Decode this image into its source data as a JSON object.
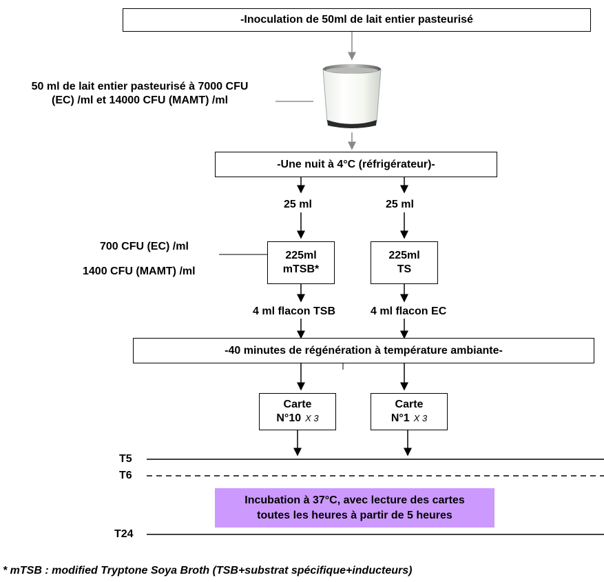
{
  "boxes": {
    "inoculation": "-Inoculation de 50ml de lait entier pasteurisé",
    "night": "-Une nuit à 4°C (réfrigérateur)-",
    "regeneration": "-40 minutes de régénération à température ambiante-",
    "mtsb": [
      "225ml",
      "mTSB*"
    ],
    "ts": [
      "225ml",
      "TS"
    ],
    "carte10": [
      "Carte",
      "N°10",
      "X 3"
    ],
    "carte1": [
      "Carte",
      "N°1",
      "X 3"
    ]
  },
  "labels": {
    "milk": [
      "50 ml de lait entier pasteurisé à 7000 CFU",
      "(EC) /ml et 14000 CFU (MAMT) /ml"
    ],
    "vol_left": "25 ml",
    "vol_right": "25 ml",
    "cfu_ec": "700 CFU (EC) /ml",
    "cfu_mamt": "1400 CFU (MAMT) /ml",
    "flacon_tsb": "4 ml flacon TSB",
    "flacon_ec": "4 ml flacon EC"
  },
  "timeline": {
    "t5": "T5",
    "t6": "T6",
    "t24": "T24"
  },
  "incubation": [
    "Incubation à 37°C, avec lecture des cartes",
    "toutes les heures à partir de 5 heures"
  ],
  "footnote": "* mTSB : modified Tryptone Soya Broth (TSB+substrat spécifique+inducteurs)",
  "colors": {
    "incubation_bg": "#cc99ff"
  }
}
